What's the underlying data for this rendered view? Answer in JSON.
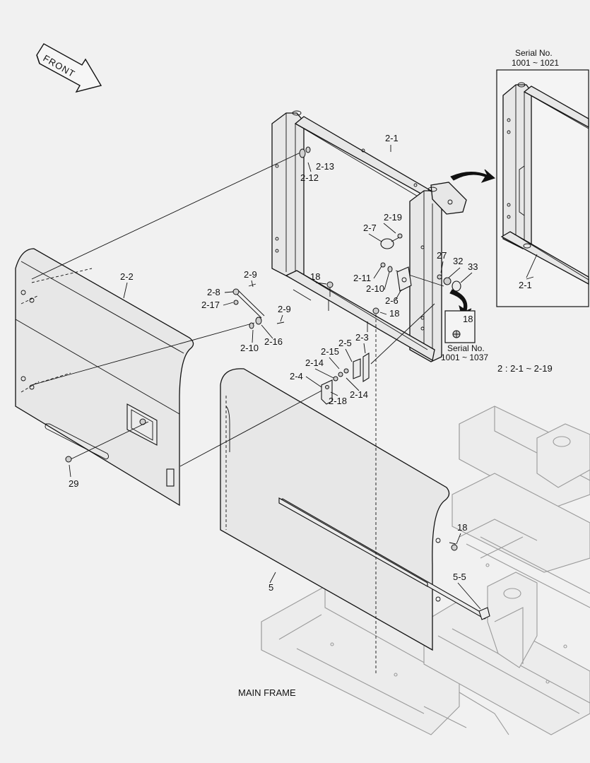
{
  "front_arrow": {
    "label": "FRONT"
  },
  "inset_top": {
    "serial_label": "Serial No.",
    "serial_range": "1001 ~ 1021",
    "part": "2-1"
  },
  "inset_bottom": {
    "part": "18",
    "serial_label": "Serial No.",
    "serial_range": "1001 ~ 1037"
  },
  "assembly_note": "2 : 2-1 ~ 2-19",
  "frame_label": "MAIN FRAME",
  "callouts": {
    "p2_1": "2-1",
    "p2_13": "2-13",
    "p2_12": "2-12",
    "p2_19": "2-19",
    "p2_7": "2-7",
    "p2_2": "2-2",
    "p2_9a": "2-9",
    "p2_8": "2-8",
    "p2_17": "2-17",
    "p2_9b": "2-9",
    "p2_10a": "2-10",
    "p2_16": "2-16",
    "p18a": "18",
    "p2_11": "2-11",
    "p2_10b": "2-10",
    "p2_6": "2-6",
    "p27": "27",
    "p32": "32",
    "p33": "33",
    "p18b": "18",
    "p2_3": "2-3",
    "p2_5": "2-5",
    "p2_15": "2-15",
    "p2_14a": "2-14",
    "p2_4": "2-4",
    "p2_18": "2-18",
    "p2_14b": "2-14",
    "p29": "29",
    "p5": "5",
    "p18c": "18",
    "p5_5": "5-5"
  }
}
